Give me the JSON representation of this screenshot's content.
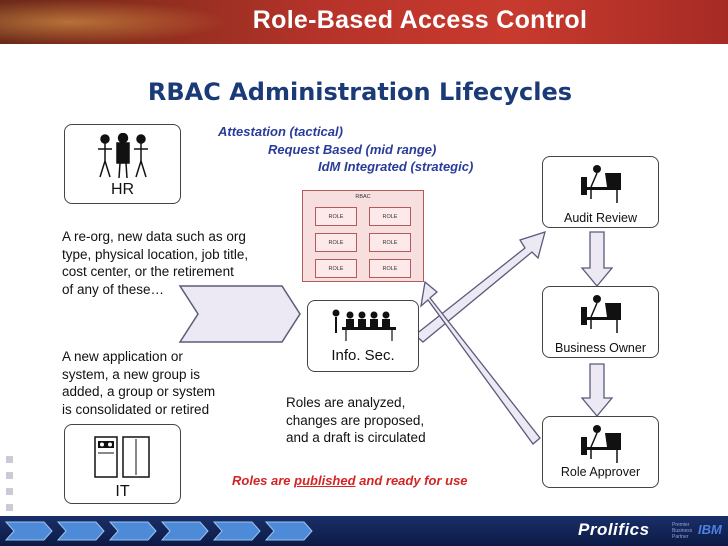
{
  "header": {
    "title": "Role-Based Access Control"
  },
  "subtitle": "RBAC Administration Lifecycles",
  "lifecycles": [
    "Attestation (tactical)",
    "Request Based (mid range)",
    "IdM Integrated (strategic)"
  ],
  "nodes": {
    "hr": "HR",
    "it": "IT",
    "infosec": "Info. Sec.",
    "audit": "Audit Review",
    "owner": "Business Owner",
    "approver": "Role Approver"
  },
  "rbac": {
    "title": "RBAC",
    "roles": [
      "ROLE",
      "ROLE",
      "ROLE",
      "ROLE",
      "ROLE",
      "ROLE"
    ]
  },
  "text": {
    "hr_desc": [
      "A re-org, new data such as org",
      "type, physical location, job title,",
      "cost center, or the retirement",
      "of any of these…"
    ],
    "it_desc": [
      "A new application or",
      "system, a new group is",
      "added, a group or system",
      "is consolidated or retired"
    ],
    "roles_desc": [
      "Roles are analyzed,",
      "changes are proposed,",
      "and a draft is circulated"
    ],
    "published_pre": "Roles are ",
    "published_word": "published",
    "published_post": " and ready for use"
  },
  "footer": {
    "brand": "Prolifics",
    "partner": [
      "Premier",
      "Business",
      "Partner"
    ],
    "ibm": "IBM"
  },
  "colors": {
    "title_blue": "#1b3a78",
    "lifecycle_blue": "#2a3c9a",
    "published_red": "#d42424",
    "arrow_fill": "#ece9f4",
    "arrow_stroke": "#5a5a7a"
  }
}
